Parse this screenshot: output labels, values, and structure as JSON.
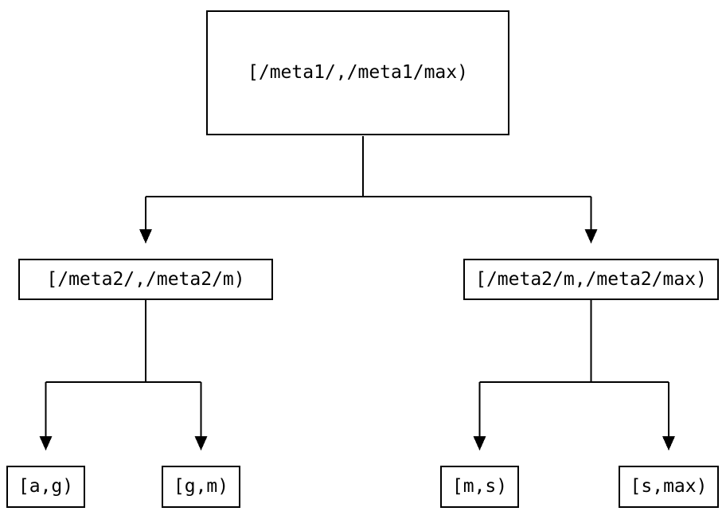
{
  "colors": {
    "background": "#ffffff",
    "line": "#000000",
    "node_border": "#000000",
    "text": "#000000"
  },
  "tree": {
    "root": {
      "label": "[/meta1/,/meta1/max)",
      "children": [
        {
          "label": "[/meta2/,/meta2/m)",
          "children": [
            {
              "label": "[a,g)"
            },
            {
              "label": "[g,m)"
            }
          ]
        },
        {
          "label": "[/meta2/m,/meta2/max)",
          "children": [
            {
              "label": "[m,s)"
            },
            {
              "label": "[s,max)"
            }
          ]
        }
      ]
    }
  }
}
